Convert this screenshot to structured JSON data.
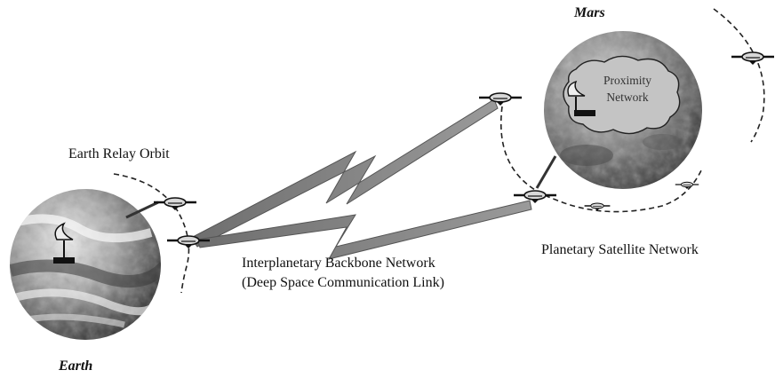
{
  "labels": {
    "mars": "Mars",
    "earth": "Earth",
    "earth_relay_orbit": "Earth Relay Orbit",
    "planetary_satellite_network": "Planetary Satellite Network",
    "backbone_line1": "Interplanetary Backbone Network",
    "backbone_line2": "(Deep Space Communication Link)",
    "proximity_line1": "Proximity",
    "proximity_line2": "Network"
  },
  "colors": {
    "earth_light": "#e8e8e8",
    "earth_dark": "#2a2a2a",
    "mars_light": "#d6d6d6",
    "mars_dark": "#2e2e2e",
    "link": "#808080",
    "link_edge": "#555555",
    "orbit": "#222222"
  }
}
